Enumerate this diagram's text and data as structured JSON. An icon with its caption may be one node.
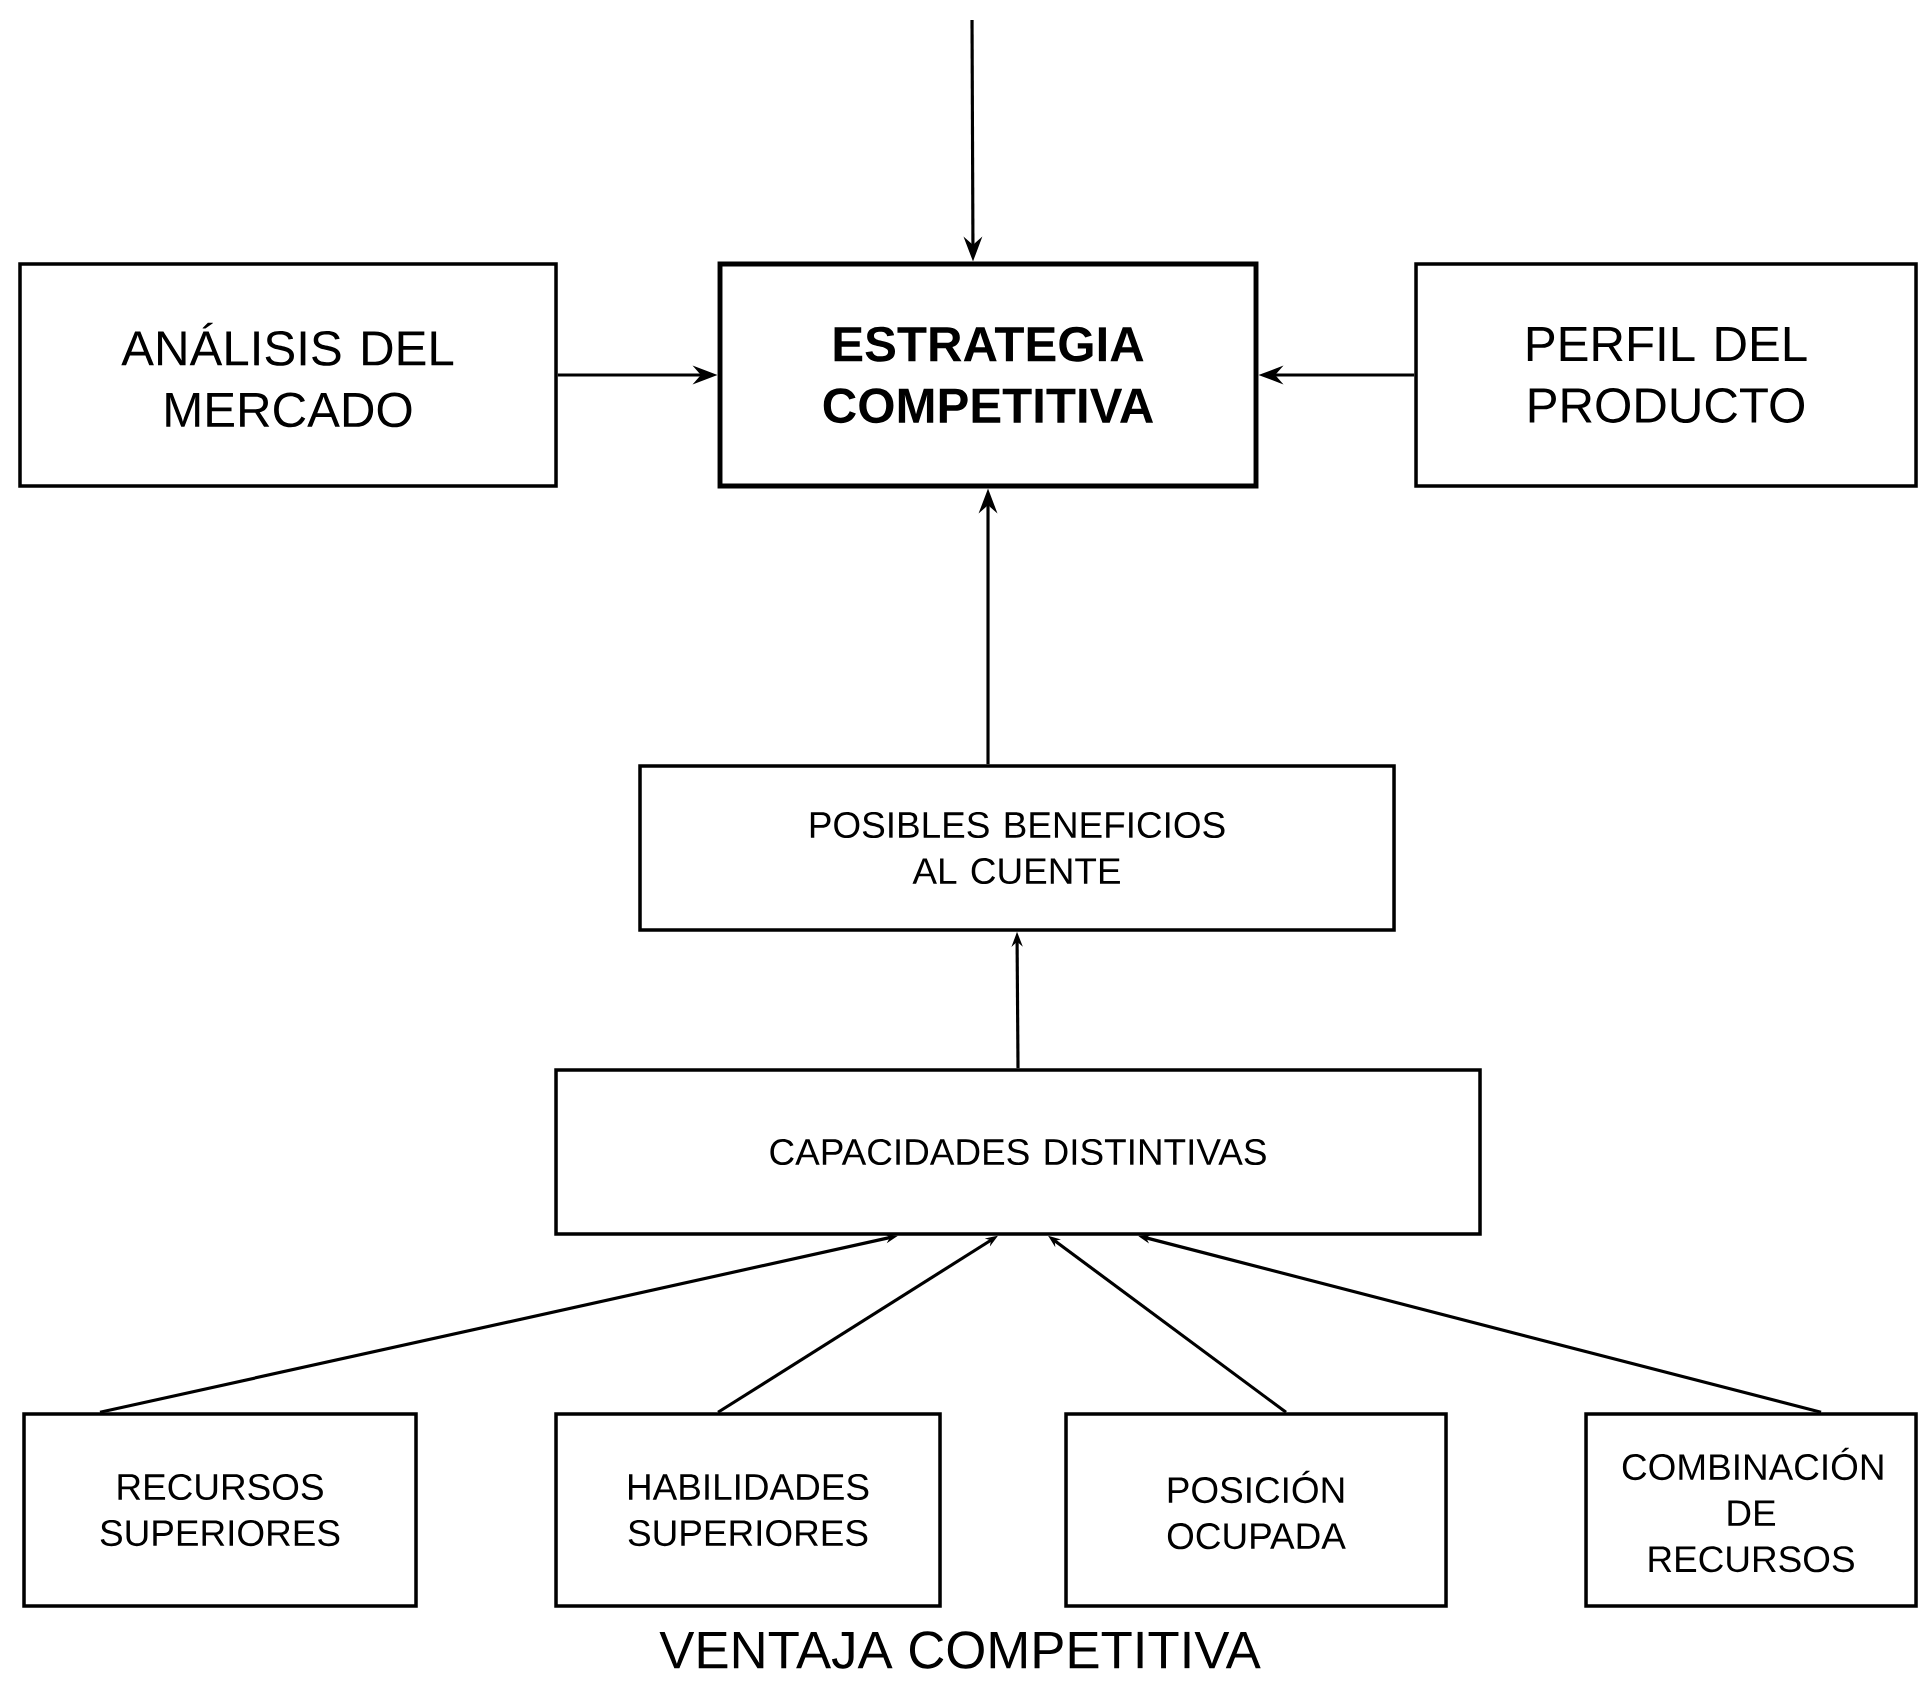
{
  "diagram": {
    "nodes": [
      {
        "text": [
          "ANÁLISIS DEL MERCADO"
        ]
      },
      {
        "text": [
          "ESTRATEGIA COMPETITIVA"
        ]
      },
      {
        "text": [
          "PERFIL DEL PRODUCTO"
        ]
      },
      {
        "text": [
          "POSIBLES BENEFICIOS AL CUENTE"
        ]
      },
      {
        "text": [
          "CAPACIDADES DISTINTIVAS"
        ]
      },
      {
        "text": [
          "RECURSOS SUPERIORES"
        ]
      },
      {
        "text": [
          "HABILIDADES SUPERIORES"
        ]
      },
      {
        "text": [
          "POSICIÓN OCUPADA"
        ]
      },
      {
        "text": [
          "COMBINACIÓN DE RECURSOS"
        ]
      }
    ],
    "edges": [
      {
        "from": null,
        "to": 1,
        "arrow": "to"
      },
      {
        "from": 0,
        "to": 1,
        "arrow": "to"
      },
      {
        "from": 2,
        "to": 1,
        "arrow": "to"
      },
      {
        "from": 3,
        "to": 1,
        "arrow": "to"
      },
      {
        "from": 4,
        "to": 3,
        "arrow": "to"
      },
      {
        "from": 5,
        "to": 4,
        "arrow": "to"
      },
      {
        "from": 6,
        "to": 4,
        "arrow": "to"
      },
      {
        "from": 7,
        "to": 4,
        "arrow": "to"
      },
      {
        "from": 8,
        "to": 4,
        "arrow": "to"
      }
    ],
    "labels": [
      "VENTAJA COMPETITIVA"
    ]
  }
}
